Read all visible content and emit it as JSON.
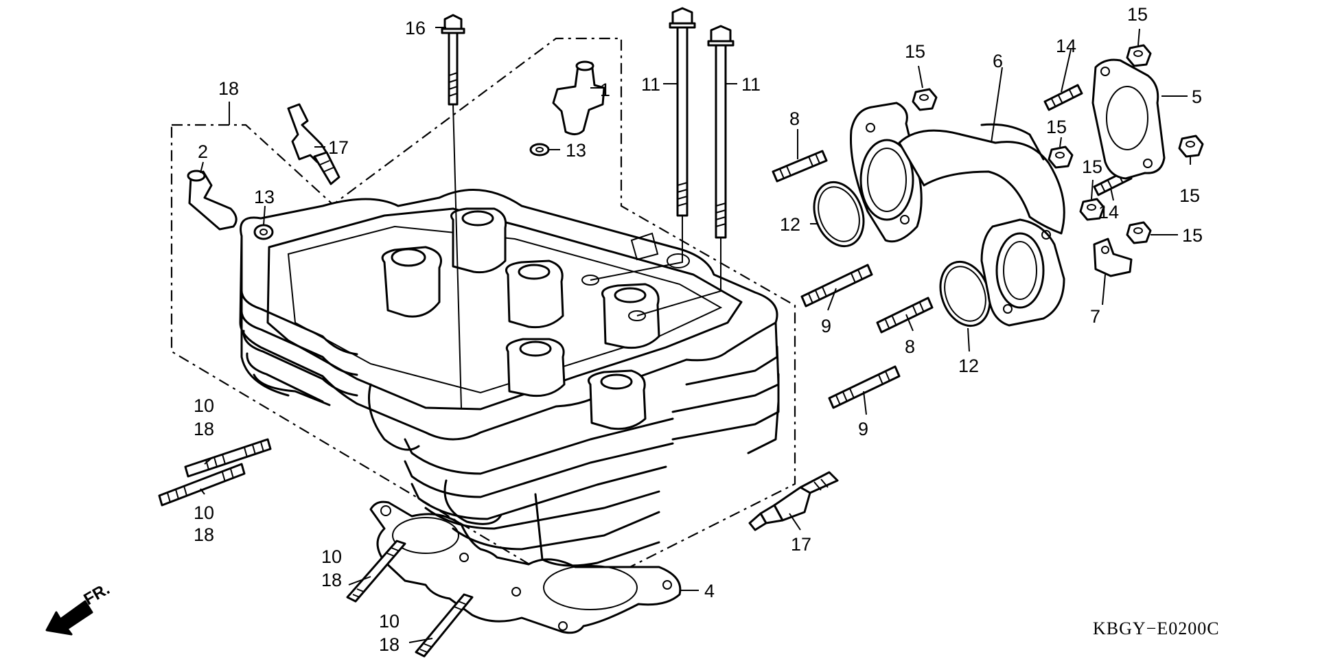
{
  "diagram": {
    "code": "KBGY−E0200C",
    "direction_label": "FR.",
    "callouts": [
      {
        "id": "c1",
        "text": "1"
      },
      {
        "id": "c2",
        "text": "2"
      },
      {
        "id": "c4",
        "text": "4"
      },
      {
        "id": "c5",
        "text": "5"
      },
      {
        "id": "c6",
        "text": "6"
      },
      {
        "id": "c7",
        "text": "7"
      },
      {
        "id": "c8a",
        "text": "8"
      },
      {
        "id": "c8b",
        "text": "8"
      },
      {
        "id": "c9a",
        "text": "9"
      },
      {
        "id": "c9b",
        "text": "9"
      },
      {
        "id": "c10a",
        "text": "10"
      },
      {
        "id": "c18a",
        "text": "18"
      },
      {
        "id": "c10b",
        "text": "10"
      },
      {
        "id": "c18b",
        "text": "18"
      },
      {
        "id": "c10c",
        "text": "10"
      },
      {
        "id": "c18c",
        "text": "18"
      },
      {
        "id": "c10d",
        "text": "10"
      },
      {
        "id": "c18d",
        "text": "18"
      },
      {
        "id": "c11a",
        "text": "11"
      },
      {
        "id": "c11b",
        "text": "11"
      },
      {
        "id": "c12a",
        "text": "12"
      },
      {
        "id": "c12b",
        "text": "12"
      },
      {
        "id": "c13a",
        "text": "13"
      },
      {
        "id": "c13b",
        "text": "13"
      },
      {
        "id": "c14a",
        "text": "14"
      },
      {
        "id": "c14b",
        "text": "14"
      },
      {
        "id": "c15a",
        "text": "15"
      },
      {
        "id": "c15b",
        "text": "15"
      },
      {
        "id": "c15c",
        "text": "15"
      },
      {
        "id": "c15d",
        "text": "15"
      },
      {
        "id": "c15e",
        "text": "15"
      },
      {
        "id": "c15f",
        "text": "15"
      },
      {
        "id": "c16",
        "text": "16"
      },
      {
        "id": "c17a",
        "text": "17"
      },
      {
        "id": "c17b",
        "text": "17"
      },
      {
        "id": "c18top",
        "text": "18"
      }
    ]
  }
}
